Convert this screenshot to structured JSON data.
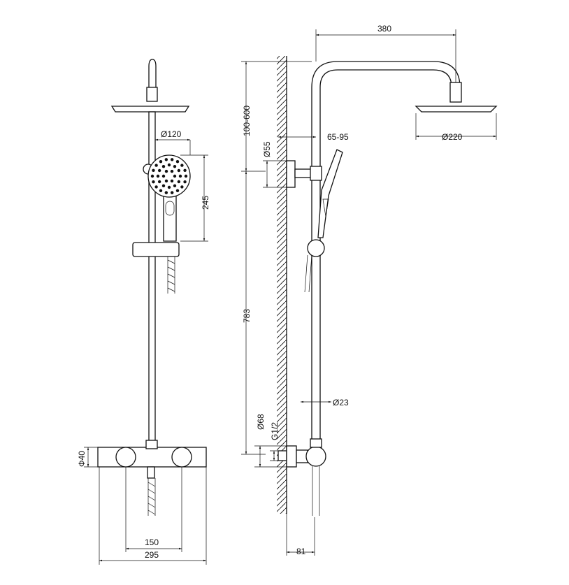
{
  "dimensions": {
    "front": {
      "head_dia": "Ø120",
      "hand_len": "245",
      "valve_dia": "Φ40",
      "centers": "150",
      "width": "295"
    },
    "side": {
      "arm": "380",
      "height_adj": "100-600",
      "bracket_dia": "Ø55",
      "offset": "65-95",
      "head_dia": "Ø220",
      "total": "783",
      "pipe_dia": "Ø23",
      "flange_dia": "Ø68",
      "thread": "G1/2",
      "wall_gap": "81"
    }
  }
}
